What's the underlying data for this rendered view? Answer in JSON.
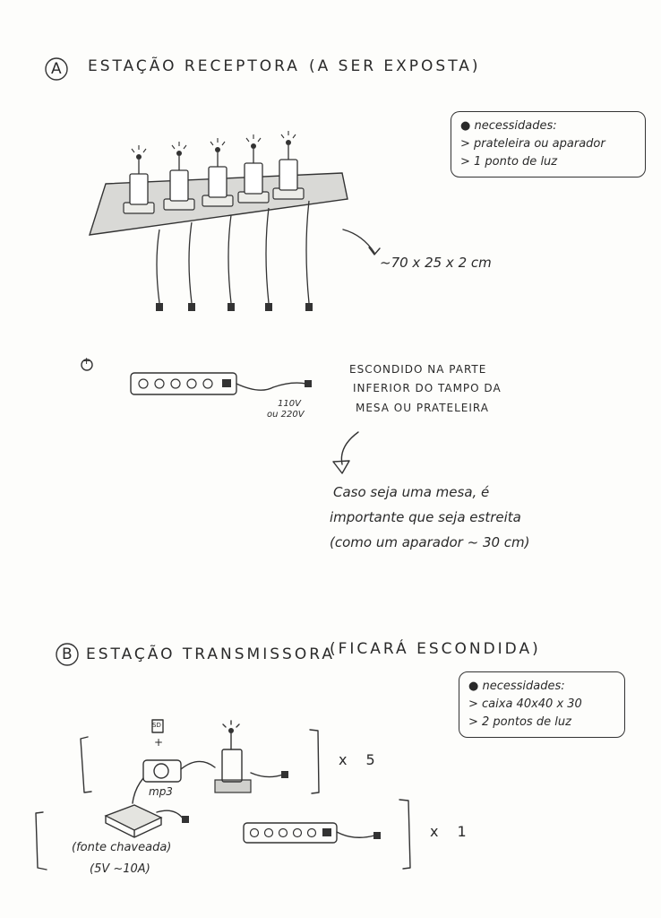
{
  "section_a": {
    "marker": "A",
    "title": "ESTAÇÃO RECEPTORA",
    "subtitle": "(A SER EXPOSTA)",
    "needs": {
      "header": "necessidades:",
      "items": [
        "> prateleira ou aparador",
        "> 1 ponto de luz"
      ]
    },
    "dimension": "~70 x 25 x 2 cm",
    "plus": "+",
    "voltage_1": "110V",
    "voltage_2": "ou 220V",
    "hidden_note": [
      "ESCONDIDO NA PARTE",
      "INFERIOR DO TAMPO DA",
      "MESA OU PRATELEIRA"
    ],
    "table_note": [
      "Caso seja uma mesa, é",
      "importante que seja estreita",
      "(como um aparador ~ 30 cm)"
    ]
  },
  "section_b": {
    "marker": "B",
    "title": "ESTAÇÃO TRANSMISSORA",
    "subtitle": "(FICARÁ ESCONDIDA)",
    "needs": {
      "header": "necessidades:",
      "items": [
        "> caixa 40x40 x 30",
        "> 2 pontos de luz"
      ]
    },
    "sd_label": "SD",
    "plus": "+",
    "mp3": "mp3",
    "mult_5": "x 5",
    "mult_1": "x 1",
    "psu_1": "(fonte chaveada)",
    "psu_2": "(5V ~10A)"
  }
}
